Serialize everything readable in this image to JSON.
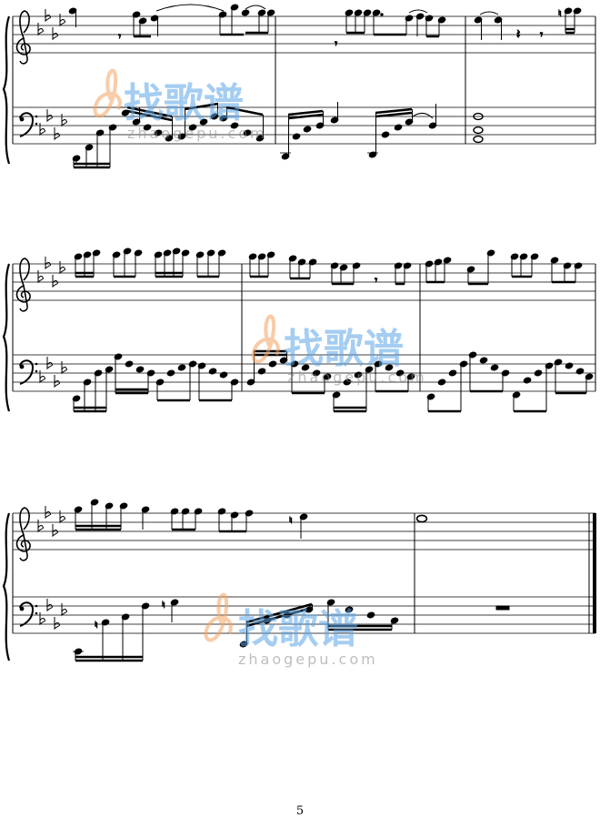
{
  "page": {
    "number": "5"
  },
  "watermark": {
    "chinese": "找歌谱",
    "url": "zhaogepu.com",
    "color_text": "#5da6e6",
    "color_clef": "#f4a261"
  },
  "score": {
    "key_signature": "A-flat major (4 flats)",
    "clefs": [
      "treble",
      "bass"
    ],
    "systems": 3
  }
}
